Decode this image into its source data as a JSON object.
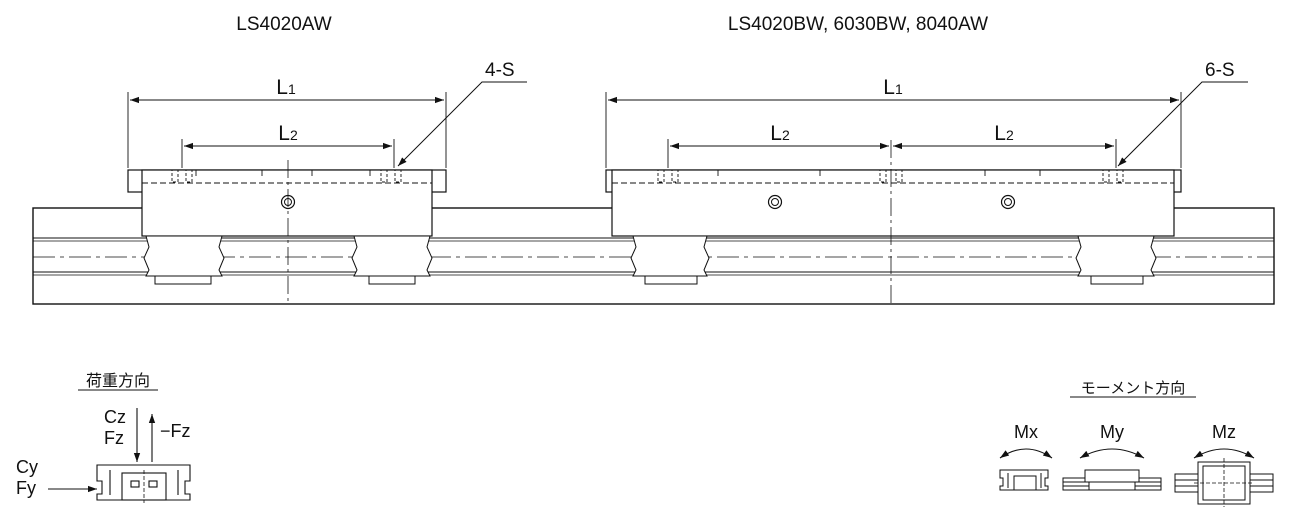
{
  "titles": {
    "left": "LS4020AW",
    "right": "LS4020BW, 6030BW, 8040AW"
  },
  "dimensions": {
    "l1": "L",
    "l1_sub": "1",
    "l2": "L",
    "l2_sub": "2",
    "holes_left": "4-S",
    "holes_right": "6-S"
  },
  "load_direction": {
    "title": "荷重方向",
    "cz": "Cz",
    "fz": "Fz",
    "neg_fz": "−Fz",
    "cy": "Cy",
    "fy": "Fy"
  },
  "moment_direction": {
    "title": "モーメント方向",
    "mx": "Mx",
    "my": "My",
    "mz": "Mz"
  }
}
